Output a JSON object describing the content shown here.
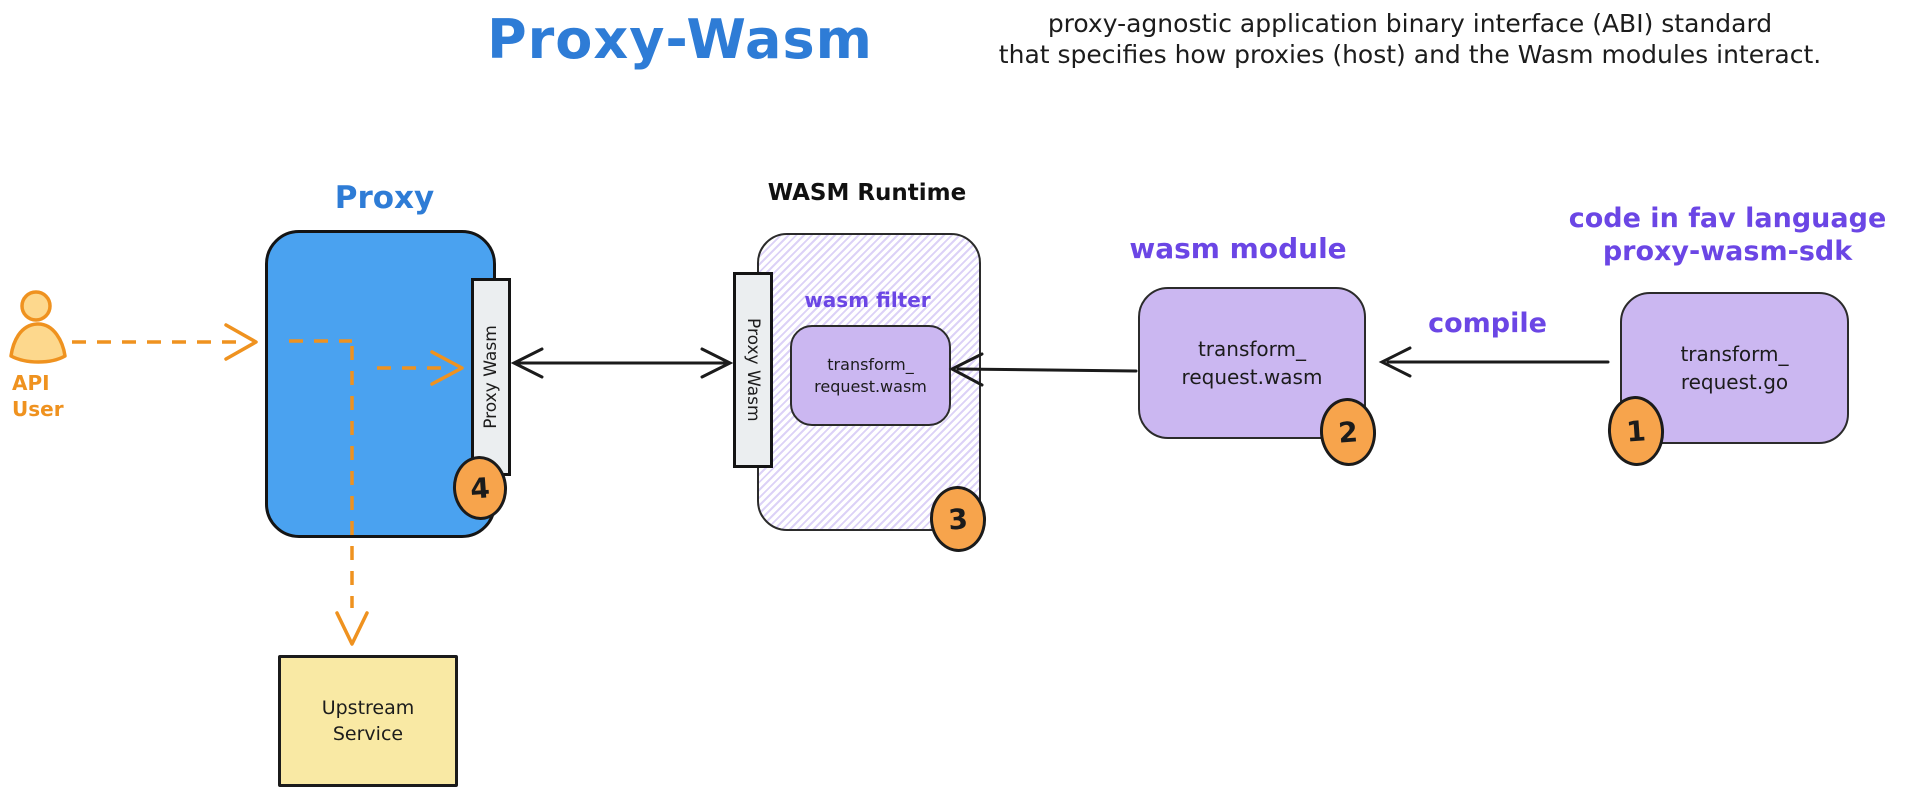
{
  "header": {
    "title": "Proxy-Wasm",
    "subtitle_line1": "proxy-agnostic application binary interface (ABI) standard",
    "subtitle_line2": "that specifies how proxies (host) and the Wasm modules interact."
  },
  "api_user": {
    "label_line1": "API",
    "label_line2": "User"
  },
  "proxy": {
    "title": "Proxy",
    "bar_label": "Proxy Wasm",
    "badge": "4"
  },
  "upstream": {
    "label_line1": "Upstream",
    "label_line2": "Service"
  },
  "runtime": {
    "title": "WASM Runtime",
    "bar_label": "Proxy Wasm",
    "filter_label": "wasm filter",
    "file_line1": "transform_",
    "file_line2": "request.wasm",
    "badge": "3"
  },
  "module": {
    "title": "wasm module",
    "file_line1": "transform_",
    "file_line2": "request.wasm",
    "badge": "2"
  },
  "code": {
    "title_line1": "code in fav language",
    "title_line2": "proxy-wasm-sdk",
    "file_line1": "transform_",
    "file_line2": "request.go",
    "badge": "1"
  },
  "labels": {
    "compile": "compile"
  },
  "colors": {
    "blue_text": "#2e7cd6",
    "blue_fill": "#4aa2f0",
    "orange_stroke": "#ef921f",
    "badge_fill": "#f7a44c",
    "user_fill": "#fdd88d",
    "purple_text": "#6b46e5",
    "purple_fill": "#cbb7f1",
    "hatch_stripe": "#dcd2f7",
    "gray_bar": "#ebeef0",
    "yellow_fill": "#f9e9a4",
    "ink": "#1c1c1c"
  }
}
